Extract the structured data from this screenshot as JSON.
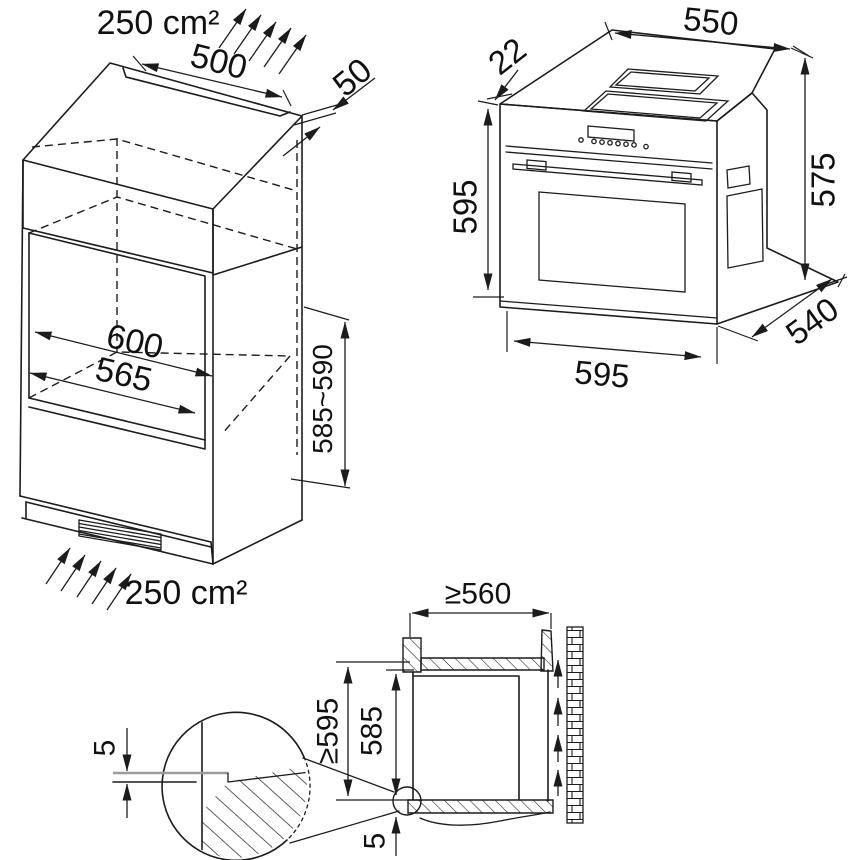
{
  "cabinet_view": {
    "top_vent_area": "250 cm²",
    "cutout_width": "500",
    "cutout_depth": "50",
    "niche_width_outer": "600",
    "niche_width_inner": "565",
    "niche_height": "585~590",
    "bottom_vent_area": "250 cm²"
  },
  "oven_view": {
    "top_depth": "550",
    "frame_depth": "22",
    "front_height": "595",
    "body_height": "575",
    "body_depth": "540",
    "front_width": "595"
  },
  "section_view": {
    "min_niche_depth": "≥560",
    "min_niche_height": "≥595",
    "oven_height": "585",
    "bottom_clearance": "5",
    "detail_gap": "5"
  }
}
